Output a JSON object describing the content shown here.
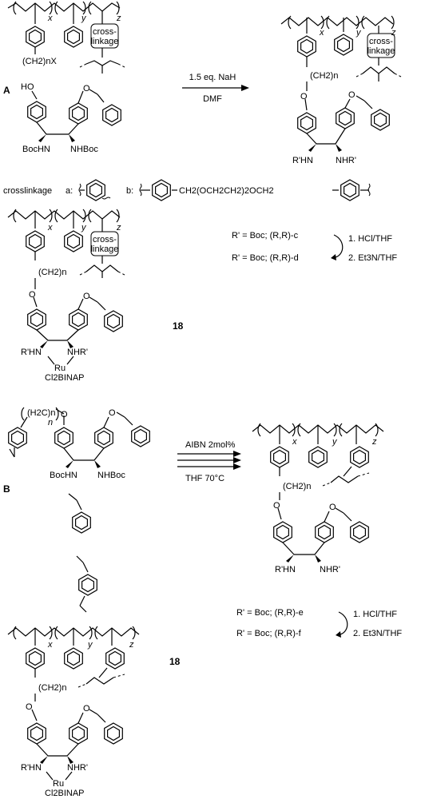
{
  "section_a": {
    "label": "A",
    "reagent_top": "1.5 eq. NaH",
    "reagent_bottom": "DMF",
    "sub_x": "x",
    "sub_y": "y",
    "sub_z": "z",
    "sub_n": "n",
    "crosslink_box_1": "cross-",
    "crosslink_box_2": "linkage",
    "polymer_substituent": "(CH2)nX",
    "phenol_oh": "HO",
    "ether_o": "O",
    "boc_left": "BocHN",
    "boc_right": "NHBoc",
    "product_rhn": "R'HN",
    "product_nhr": "NHR'",
    "product_linker": "(CH2)n",
    "crosslinkage_label": "crosslinkage",
    "crosslinkage_a": "a:",
    "crosslinkage_b": "b:",
    "crosslinkage_b_formula": "CH2(OCH2CH2)2OCH2",
    "r_line_1": "R' = Boc; (R,R)-c",
    "r_line_2": "R' = Boc; (R,R)-d",
    "step_1": "1. HCl/THF",
    "step_2": "2. Et3N/THF",
    "ru": "Ru",
    "cl2binap": "Cl2BINAP",
    "compound_number": "18"
  },
  "section_b": {
    "label": "B",
    "reagent_top": "AIBN 2mol%",
    "reagent_bottom": "THF 70°C",
    "monomer_linker": "(H2C)n",
    "boc_left": "BocHN",
    "boc_right": "NHBoc",
    "product_rhn": "R'HN",
    "product_nhr": "NHR'",
    "product_linker": "(CH2)n",
    "r_line_1": "R' = Boc; (R,R)-e",
    "r_line_2": "R' = Boc; (R,R)-f",
    "step_1": "1. HCl/THF",
    "step_2": "2. Et3N/THF",
    "ru": "Ru",
    "cl2binap": "Cl2BINAP",
    "compound_number": "18"
  }
}
